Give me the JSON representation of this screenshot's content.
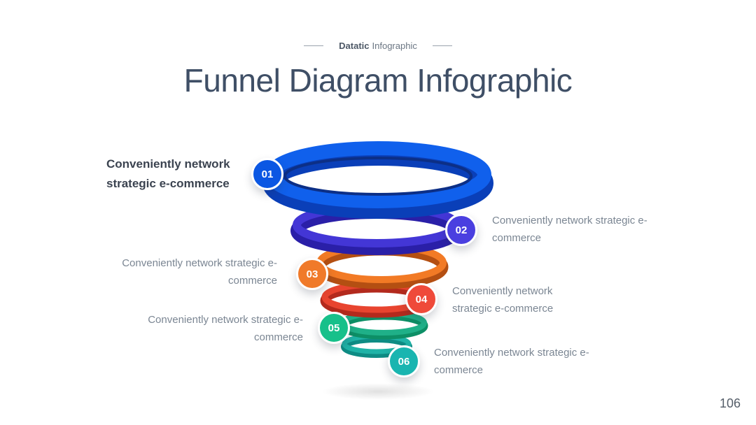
{
  "header": {
    "brand": "Datatic",
    "tagline": "Infographic",
    "title": "Funnel Diagram Infographic"
  },
  "steps": [
    {
      "number": "01",
      "label": "Conveniently network strategic e-commerce",
      "color": "#0b57e3"
    },
    {
      "number": "02",
      "label": "Conveniently network strategic e-commerce",
      "color": "#4a3fe0"
    },
    {
      "number": "03",
      "label": "Conveniently network strategic e-commerce",
      "color": "#f07a2a"
    },
    {
      "number": "04",
      "label": "Conveniently network strategic e-commerce",
      "color": "#ef4a3a"
    },
    {
      "number": "05",
      "label": "Conveniently network strategic e-commerce",
      "color": "#17c08a"
    },
    {
      "number": "06",
      "label": "Conveniently network strategic e-commerce",
      "color": "#19b5b0"
    }
  ],
  "page_number": "106"
}
